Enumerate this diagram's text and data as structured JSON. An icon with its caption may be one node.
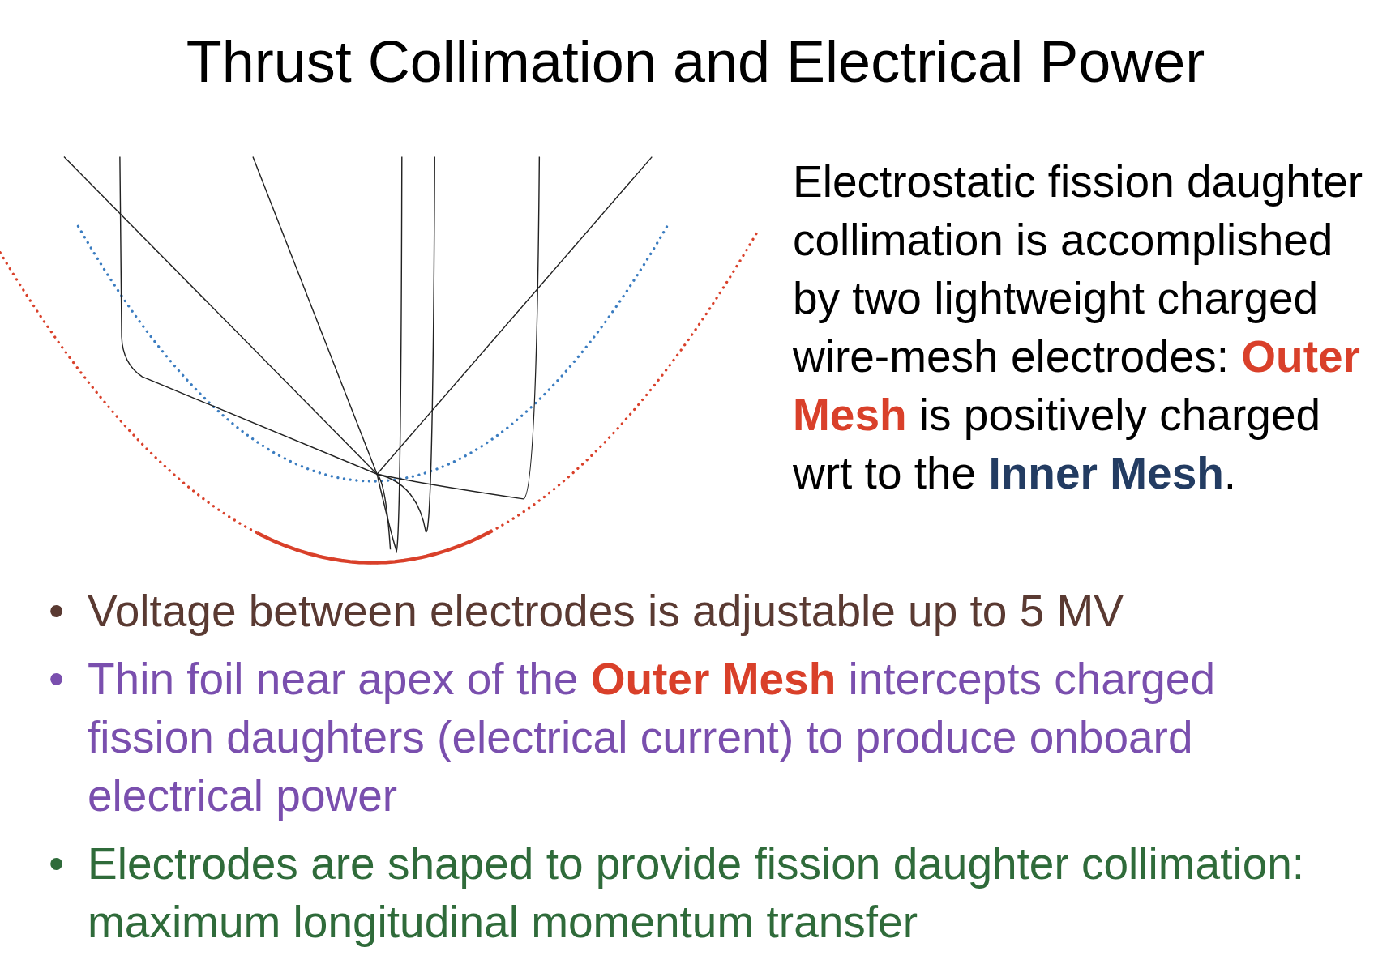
{
  "diagram": {
    "title": "Thrust Collimation and Electrical Power",
    "labels": [
      "Electrostatic fission daughter collimation is accomplished by two lightweight charged wire-mesh electrodes: **Outer Mesh** is positively charged wrt to the **Inner Mesh**.",
      "•",
      "Voltage between electrodes is adjustable up to 5 MV",
      "•",
      "Thin foil near apex of the **Outer Mesh** intercepts charged fission daughters (electrical current) to produce onboard electrical power",
      "•",
      "Electrodes are shaped to provide fission daughter collimation: maximum longitudinal momentum transfer"
    ]
  }
}
